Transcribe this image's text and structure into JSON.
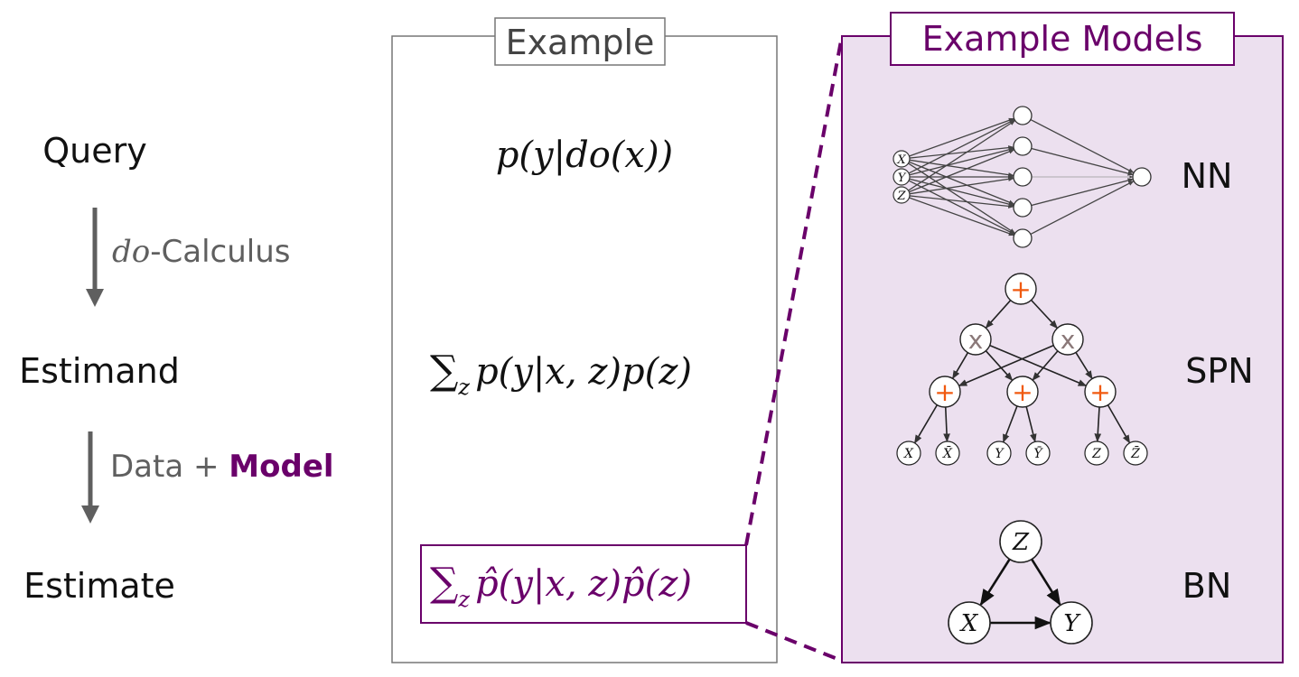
{
  "colors": {
    "text": "#111111",
    "gray": "#5f5f5f",
    "purple": "#6a006a",
    "panel_fill": "#ece0ef",
    "plus": "#f05a10",
    "times": "#8a7878"
  },
  "pipeline": {
    "query": "Query",
    "step1_op": "do",
    "step1_rest": "-Calculus",
    "estimand": "Estimand",
    "step2_prefix": "Data + ",
    "step2_bold": "Model",
    "estimate": "Estimate"
  },
  "example": {
    "title": "Example",
    "query_formula": "p(y|do(x))",
    "estimand_sum": "∑",
    "estimand_sub": "z",
    "estimand_body": "p(y|x, z)p(z)",
    "estimate_sum": "∑",
    "estimate_sub": "z",
    "estimate_body": "p̂(y|x, z)p̂(z)"
  },
  "models": {
    "title": "Example Models",
    "nn_label": "NN",
    "nn_inputs": [
      "X",
      "Y",
      "Z"
    ],
    "spn_label": "SPN",
    "spn_plus": "+",
    "spn_times": "x",
    "spn_leaves": [
      "X",
      "X̄",
      "Y",
      "Ȳ",
      "Z",
      "Z̄"
    ],
    "bn_label": "BN",
    "bn_nodes": [
      "Z",
      "X",
      "Y"
    ]
  }
}
